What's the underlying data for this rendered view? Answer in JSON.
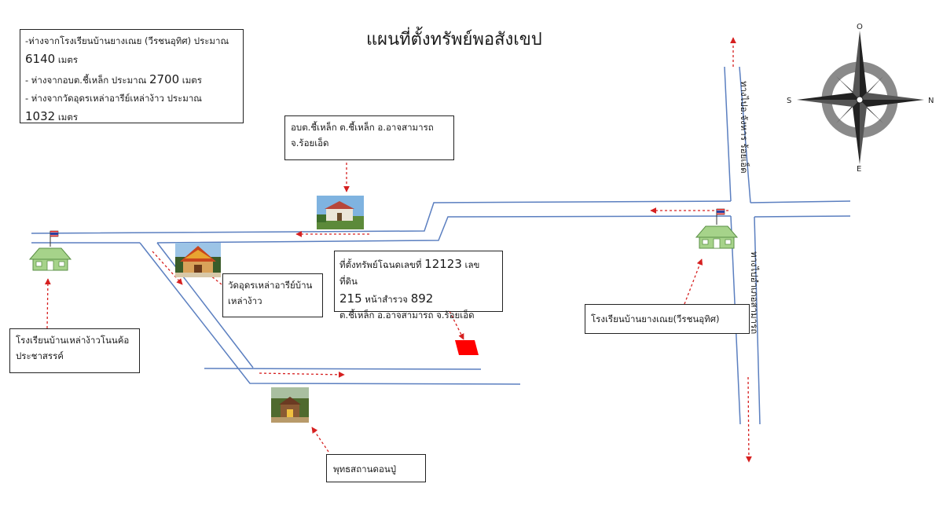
{
  "title": "แผนที่ตั้งทรัพย์พอสังเขป",
  "distances": {
    "line1": "-ห่างจากโรงเรียนบ้านยางเณย (วีรชนอุทิศ) ประมาณ",
    "line1_value": "6140",
    "line1_unit": "เมตร",
    "line2_prefix": "- ห่างจากอบต.ชี้เหล็ก ประมาณ",
    "line2_value": "2700",
    "line2_unit": "เมตร",
    "line3": "- ห่างจากวัดอุดรเหล่าอารีย์เหล่าง้าว ประมาณ",
    "line3_value": "1032",
    "line3_unit": "เมตร"
  },
  "labels": {
    "obt_line1": "อบต.ชี้เหล็ก ต.ชี้เหล็ก อ.อาจสามารถ",
    "obt_line2": "จ.ร้อยเอ็ด",
    "property_line1_prefix": "ที่ตั้งทรัพย์โฉนดเลขที่",
    "property_deed": "12123",
    "property_land_label": "เลขที่ดิน",
    "property_land": "215",
    "property_survey_label": "หน้าสำรวจ",
    "property_survey": "892",
    "property_line3": "ต.ชี้เหล็ก อ.อาจสามารถ จ.ร้อยเอ็ด",
    "temple": "วัดอุดรเหล่าอารีย์บ้านเหล่าง้าว",
    "school_left": "โรงเรียนบ้านเหล่าง้าวโนนค้อประชาสรรค์",
    "school_right": "โรงเรียนบ้านยางเณย(วีรชนอุทิศ)",
    "buddha": "พุทธสถานดอนปู่"
  },
  "roads": {
    "north": "ทางไปอ.จังหาร ร้อยเอ็ด",
    "south": "ทางไปอำเภอสามารถ"
  },
  "compass": {
    "n": "N",
    "s": "S",
    "e": "E",
    "o": "O"
  },
  "colors": {
    "road": "#5b7fc0",
    "arrow": "#d62020",
    "property": "#ff0000",
    "school": "#a6d38a"
  }
}
